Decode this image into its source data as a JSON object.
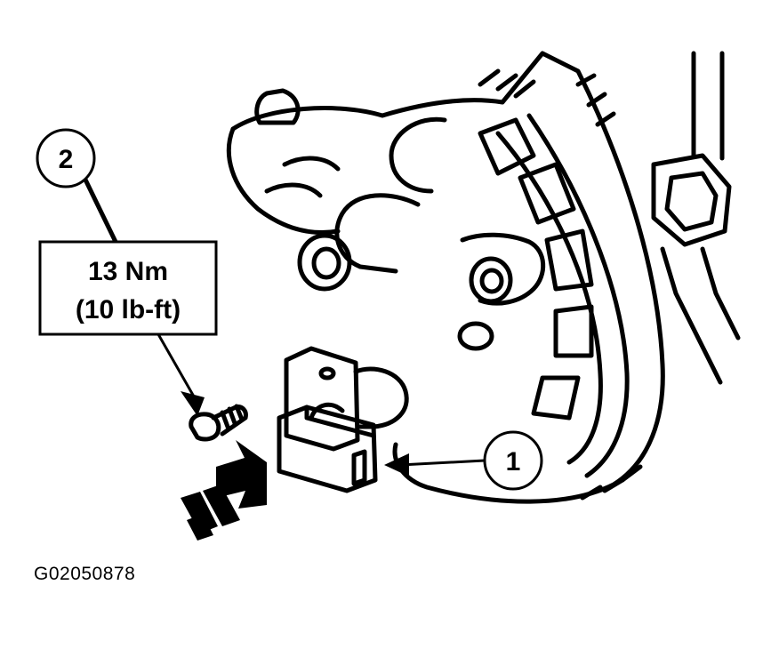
{
  "callouts": [
    {
      "number": "1",
      "target": "sensor"
    },
    {
      "number": "2",
      "target": "bolt"
    }
  ],
  "torque_spec": {
    "line1": "13 Nm",
    "line2": "(10 lb-ft)"
  },
  "figure_id": "G02050878",
  "colors": {
    "ink": "#000000",
    "paper": "#ffffff"
  }
}
